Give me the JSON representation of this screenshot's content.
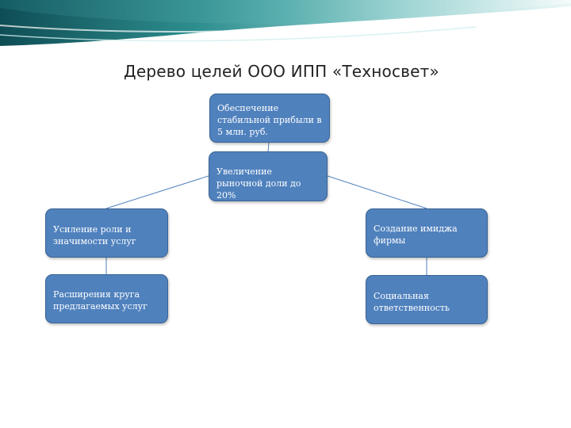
{
  "slide": {
    "title": "Дерево целей ООО ИПП «Техносвет»"
  },
  "nodes": {
    "goal": "Обеспечение стабильной прибыли в 5 млн. руб.",
    "market_share": "Увеличение рыночной доли до 20%",
    "services_role": "Усиление роли и значимости услуг",
    "services_range": "Расширения круга предлагаемых услуг",
    "company_image": "Создание имиджа фирмы",
    "social_responsibility": "Социальная ответственность"
  },
  "colors": {
    "node_fill": "#4f81bd",
    "node_border": "#3a6494",
    "connector": "#4f81bd",
    "header_teal": "#2e8f8f"
  }
}
